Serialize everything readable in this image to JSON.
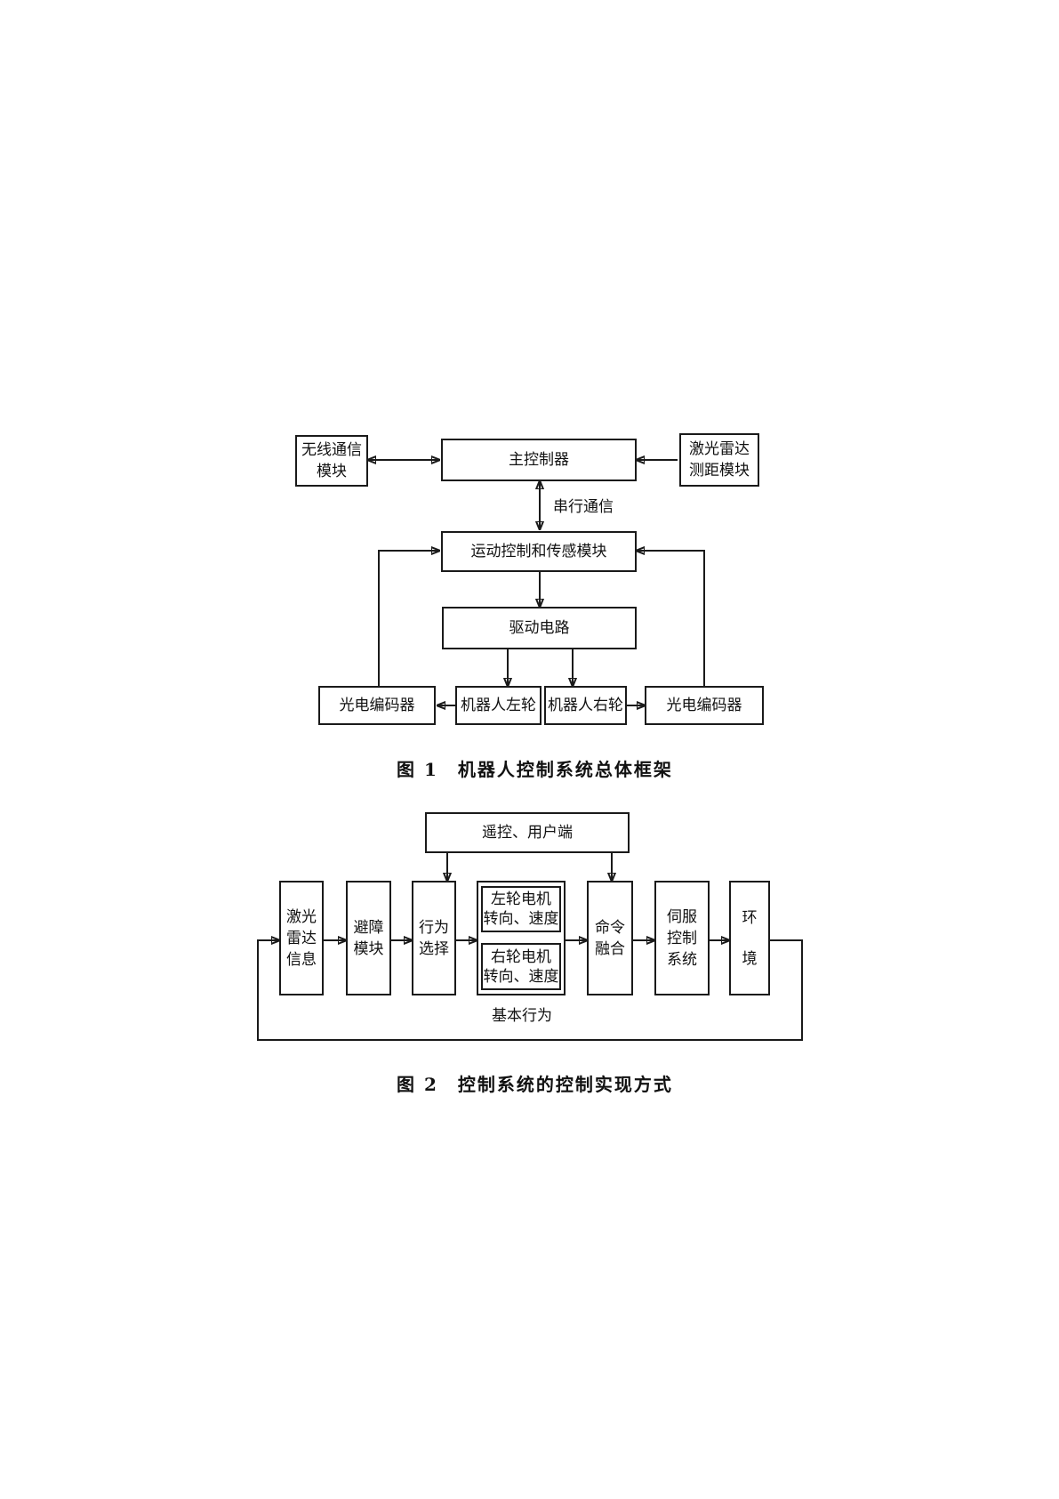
{
  "fig1": {
    "wireless": [
      "无线通信",
      "模块"
    ],
    "main_controller": "主控制器",
    "lidar": [
      "激光雷达",
      "测距模块"
    ],
    "serial_label": "串行通信",
    "motion_module": "运动控制和传感模块",
    "drive_circuit": "驱动电路",
    "encoder_left": "光电编码器",
    "wheel_left": "机器人左轮",
    "wheel_right": "机器人右轮",
    "encoder_right": "光电编码器",
    "caption": "图 1　机器人控制系统总体框架"
  },
  "fig2": {
    "remote": "遥控、用户端",
    "lidar_info": [
      "激光",
      "雷达",
      "信息"
    ],
    "avoid": [
      "避障",
      "模块"
    ],
    "behavior_select": [
      "行为",
      "选择"
    ],
    "left_motor": [
      "左轮电机",
      "转向、速度"
    ],
    "right_motor": [
      "右轮电机",
      "转向、速度"
    ],
    "basic_behavior": "基本行为",
    "cmd_fusion": [
      "命令",
      "融合"
    ],
    "servo": [
      "伺服",
      "控制",
      "系统"
    ],
    "environment": [
      "环",
      "境"
    ],
    "caption": "图 2　控制系统的控制实现方式"
  }
}
